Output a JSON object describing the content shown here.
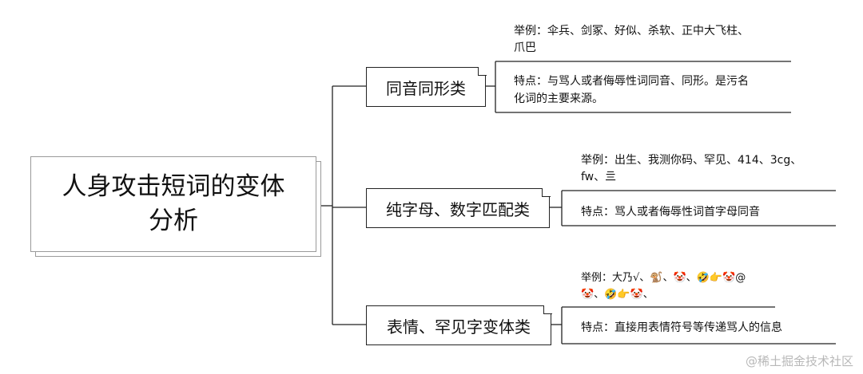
{
  "root": {
    "title": "人身攻击短词的变体分析"
  },
  "branches": [
    {
      "label": "同音同形类",
      "example_lines": [
        "举例：伞兵、剑冢、好似、杀软、正中大飞柱、",
        "爪巴"
      ],
      "feature_lines": [
        "特点：与骂人或者侮辱性词同音、同形。是污名",
        "化词的主要来源。"
      ]
    },
    {
      "label": "纯字母、数字匹配类",
      "example_lines": [
        "举例：出生、我测你码、罕见、414、3cg、",
        "fw、亖"
      ],
      "feature_lines": [
        "特点：骂人或者侮辱性词首字母同音"
      ]
    },
    {
      "label": "表情、罕见字变体类",
      "example_lines": [
        "举例：大乃√、🐒、🤡、🤣👉🤡@",
        "🤡、🤣👉🤡、"
      ],
      "feature_lines": [
        "特点：直接用表情符号等传递骂人的信息"
      ]
    }
  ],
  "watermark": "@稀土掘金技术社区"
}
